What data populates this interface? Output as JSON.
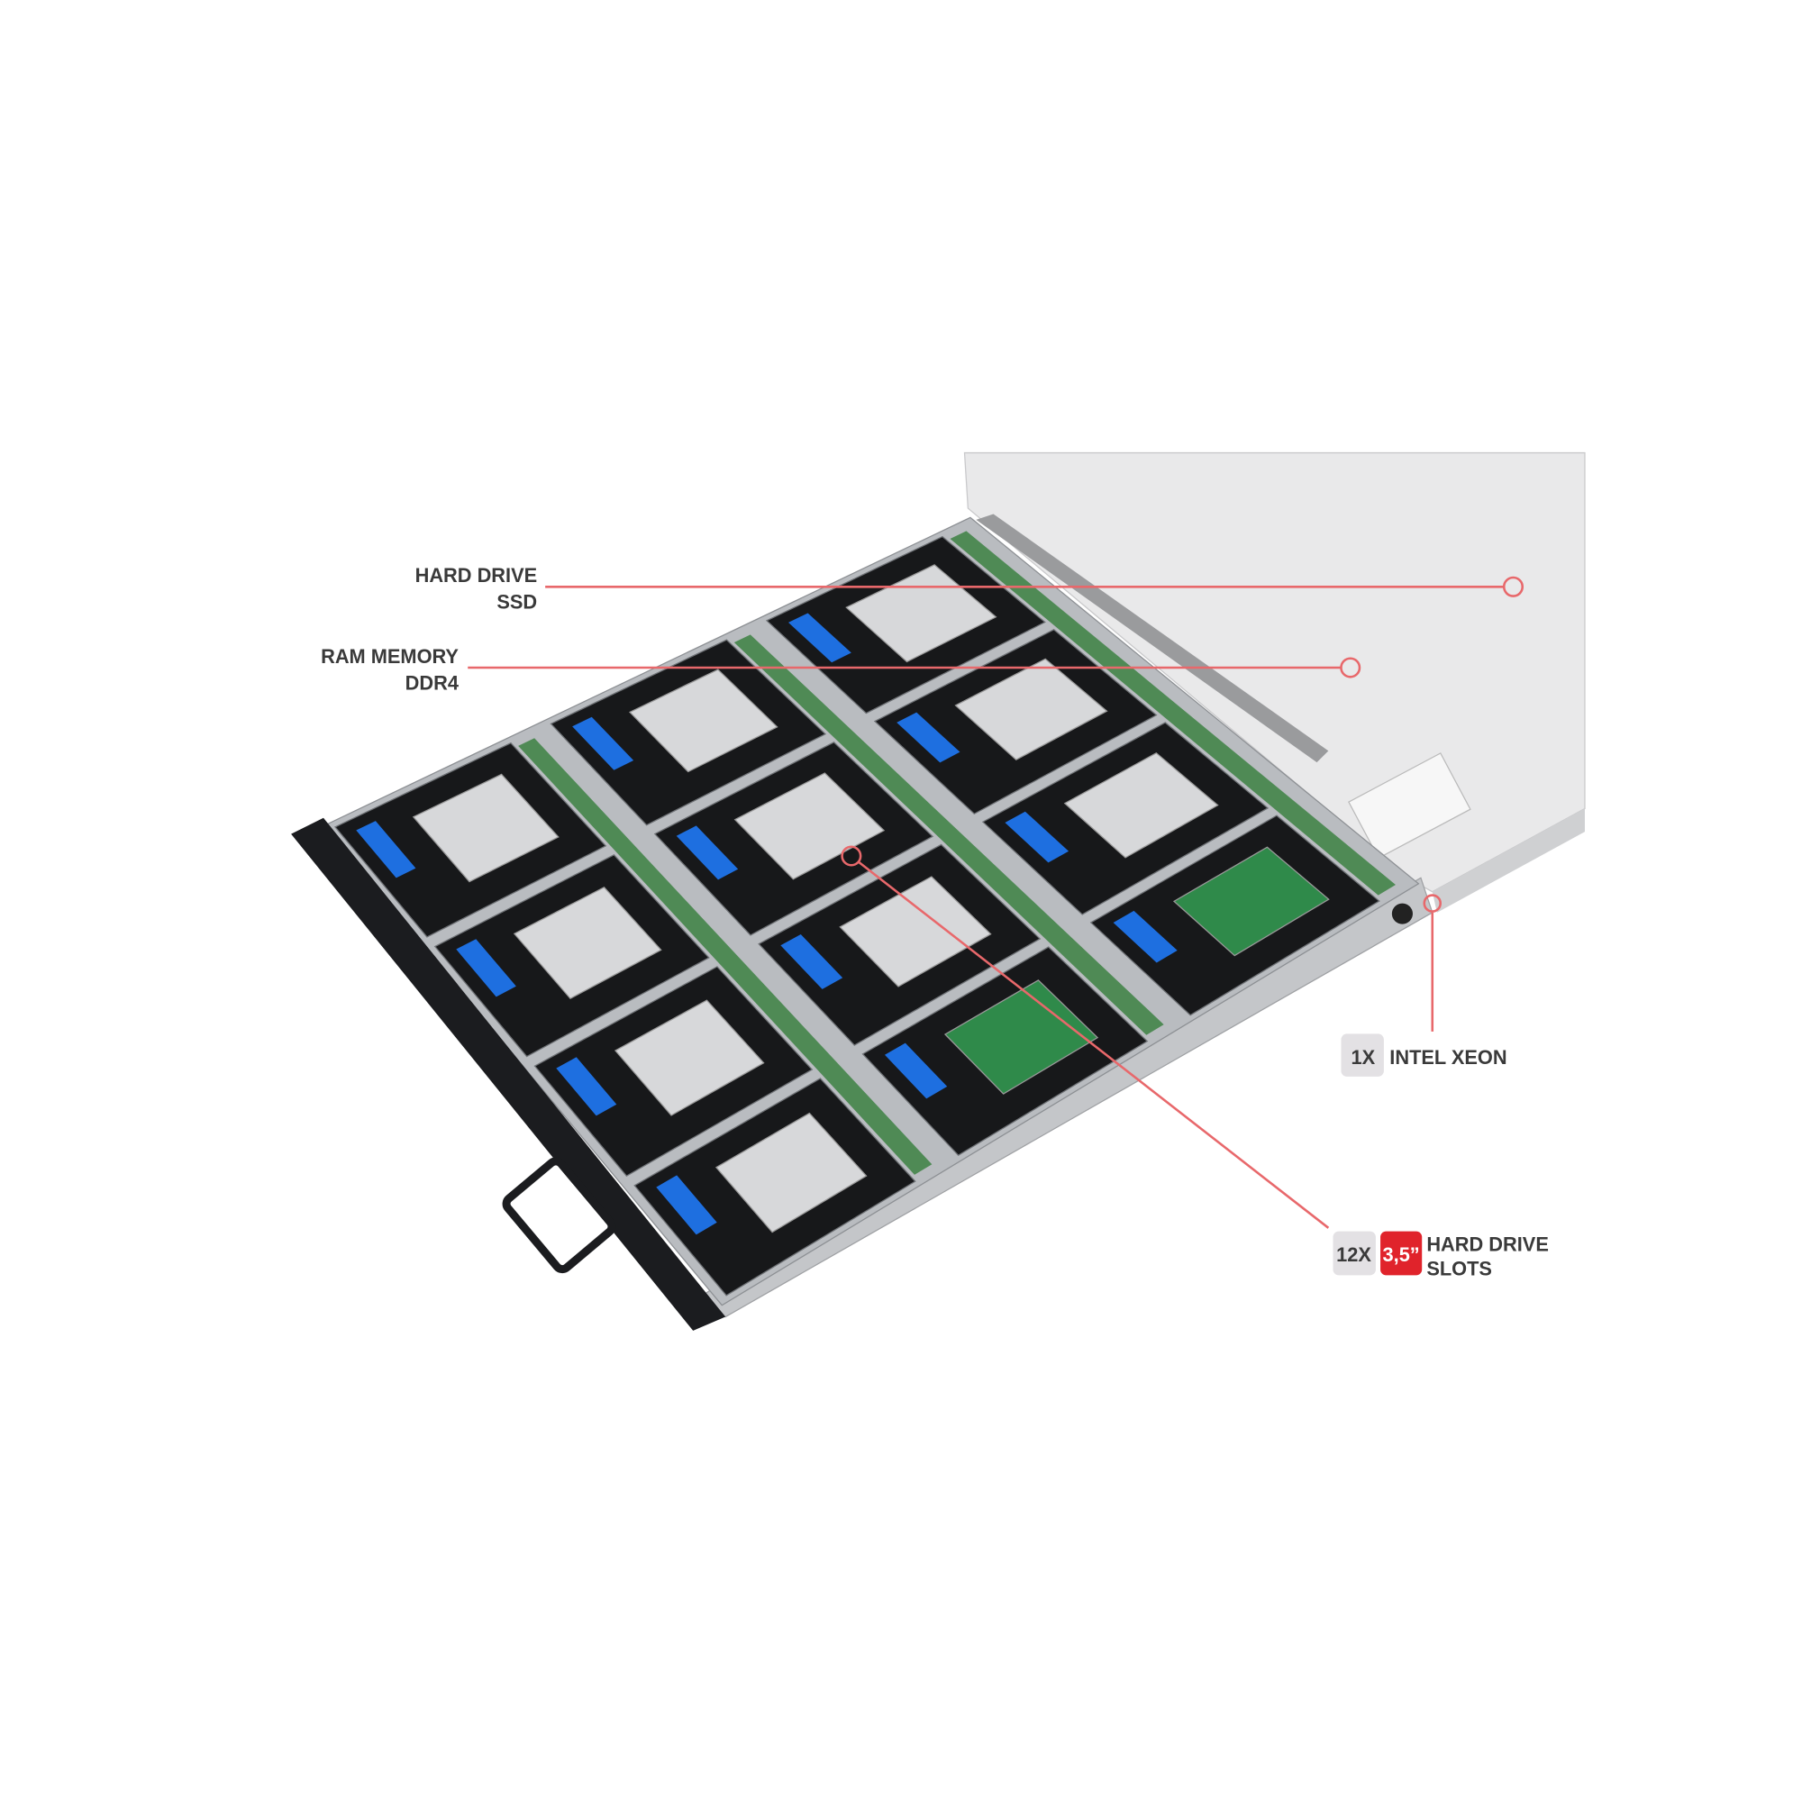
{
  "callouts": {
    "hard_drive_ssd": {
      "line1": "HARD DRIVE",
      "line2": "SSD"
    },
    "ram_memory": {
      "line1": "RAM MEMORY",
      "line2": "DDR4"
    },
    "cpu": {
      "count": "1X",
      "label": "INTEL XEON"
    },
    "drive_slots": {
      "count": "12X",
      "size": "3,5”",
      "line1": "HARD DRIVE",
      "line2": "SLOTS"
    }
  },
  "colors": {
    "callout_line": "#e8686b",
    "badge_gray": "#e3e1e4",
    "badge_red": "#e0232b",
    "text": "#3a3a3a",
    "latch_blue": "#1e6fe0"
  },
  "server": {
    "drive_bays": 12,
    "bay_columns": 3,
    "bays_per_column": 4
  }
}
